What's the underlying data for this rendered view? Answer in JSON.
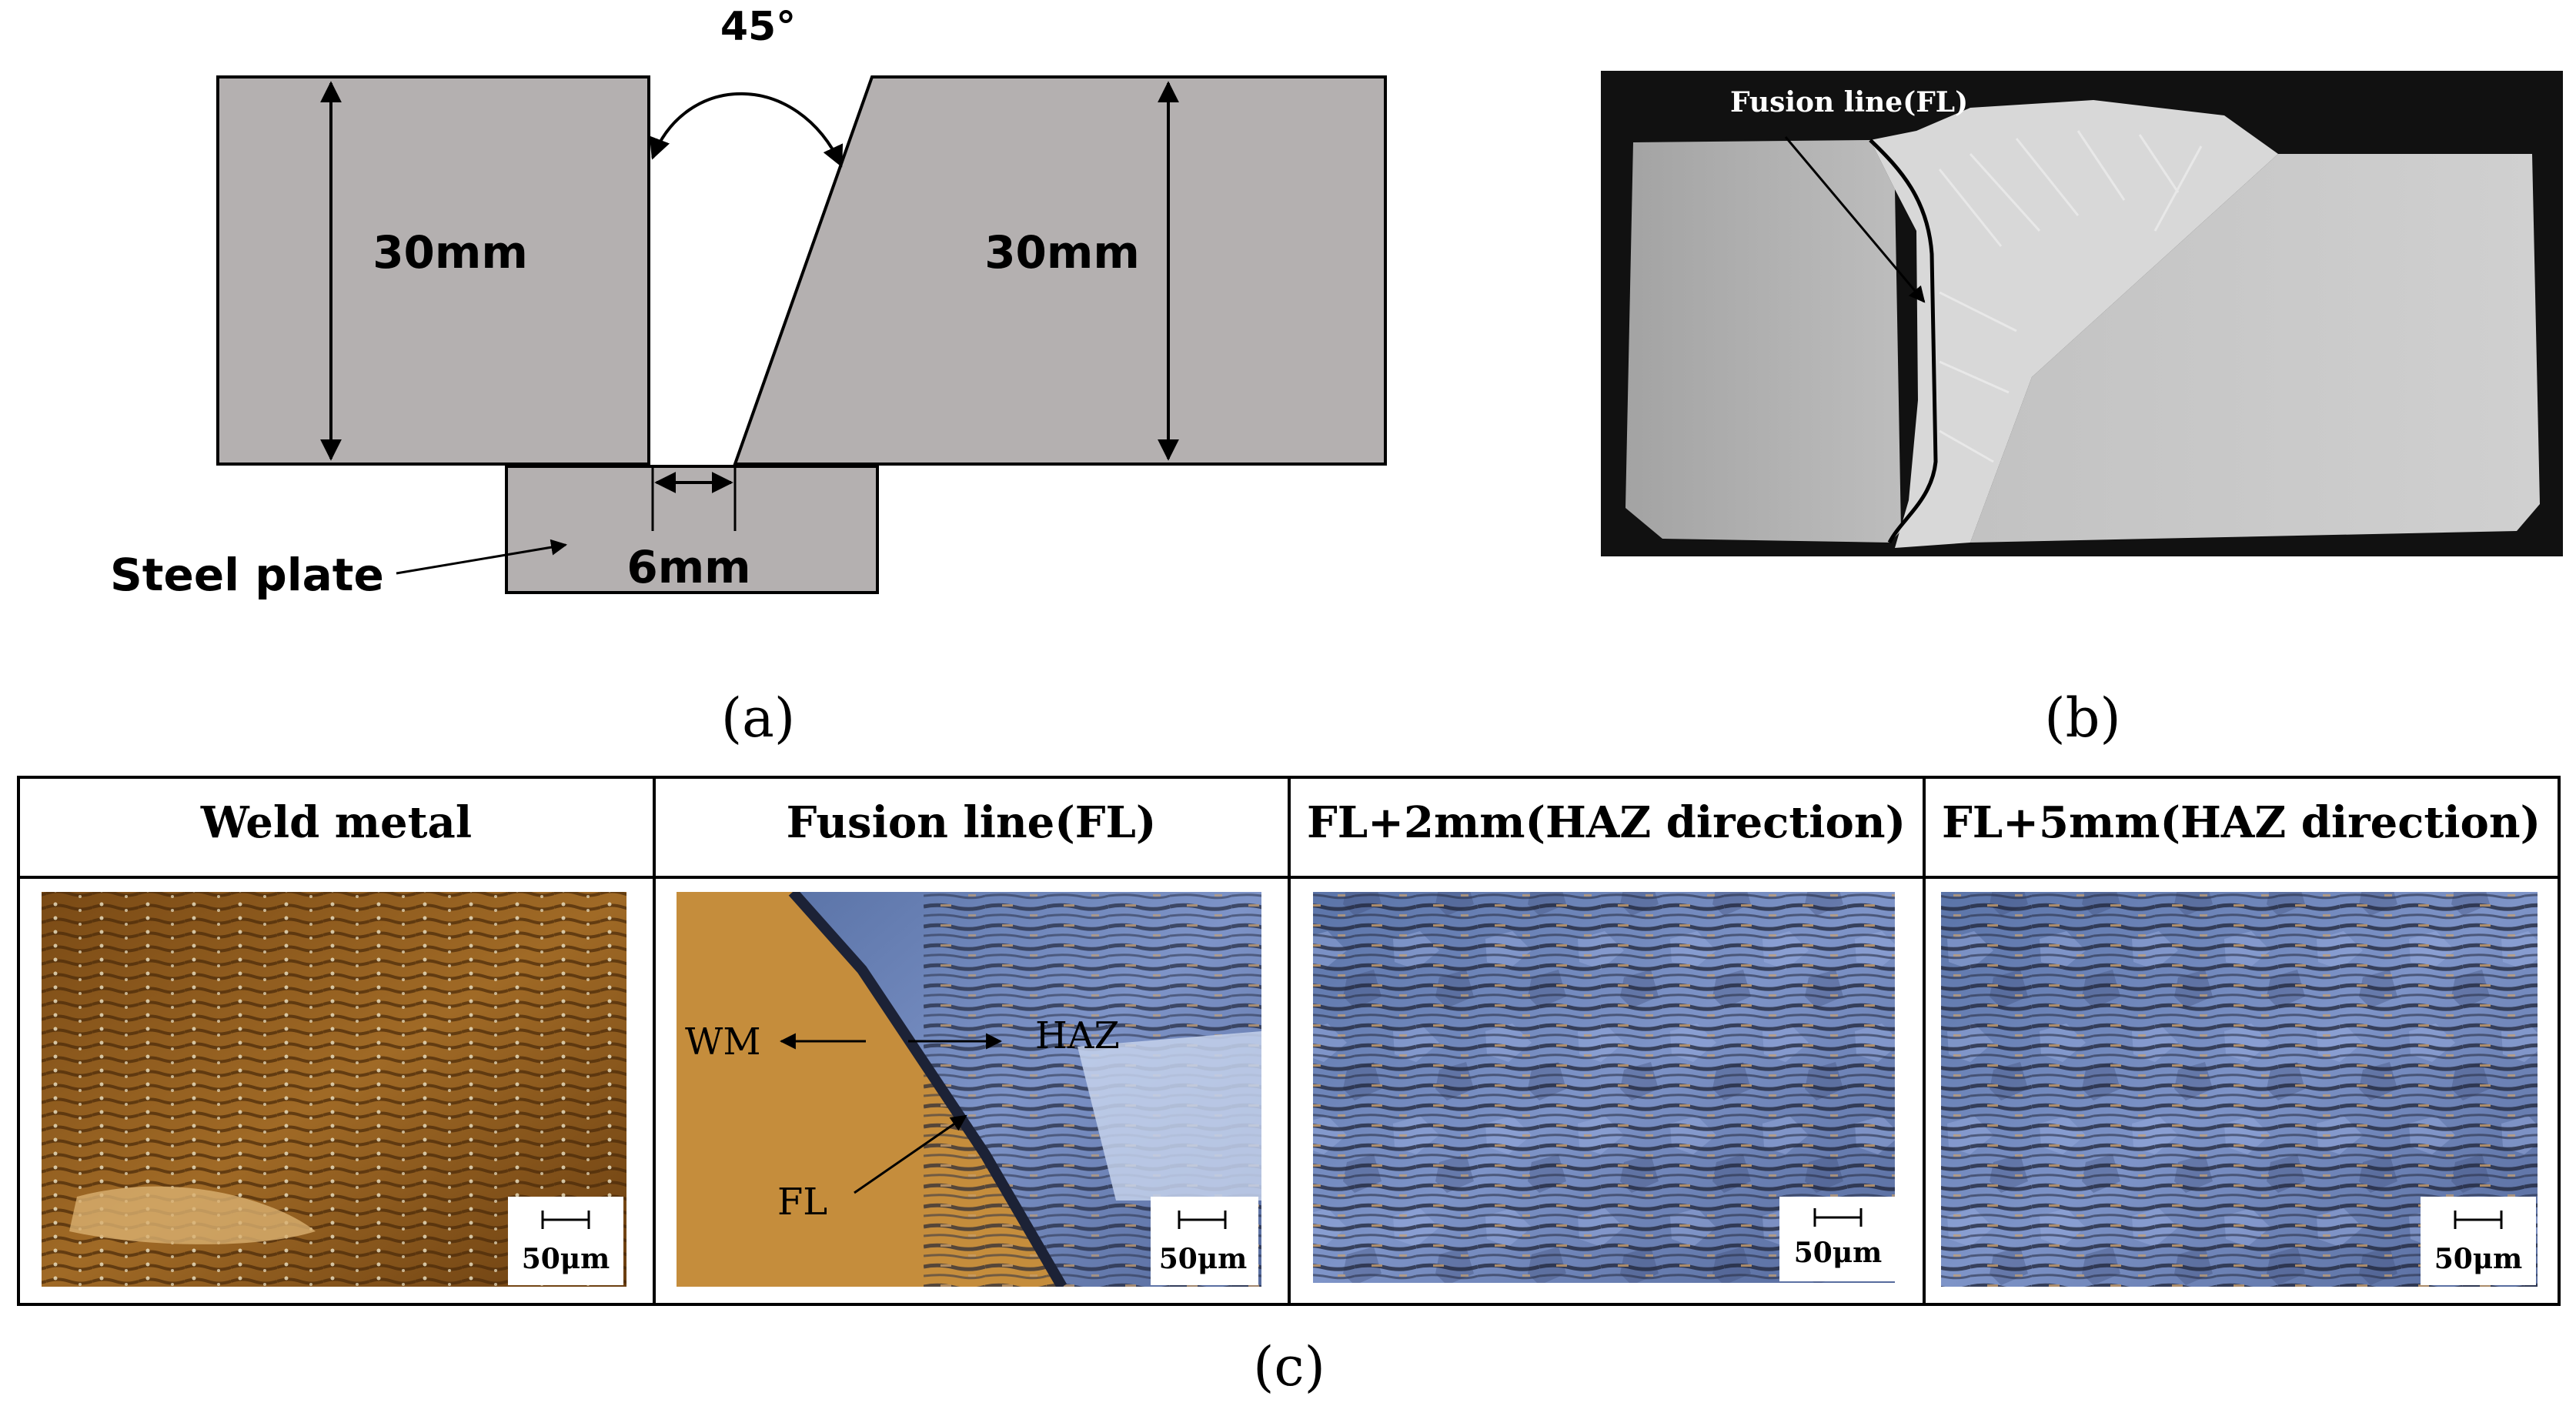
{
  "panel_a": {
    "label": "(a)",
    "angle_label": "45°",
    "left_thickness": "30mm",
    "right_thickness": "30mm",
    "gap": "6mm",
    "backing_label": "Steel plate",
    "plate_color": "#b4b0b0"
  },
  "panel_b": {
    "label": "(b)",
    "fusion_line_label": "Fusion line(FL)"
  },
  "panel_c": {
    "label": "(c)",
    "headers": [
      "Weld metal",
      "Fusion line(FL)",
      "FL+2mm(HAZ direction)",
      "FL+5mm(HAZ direction)"
    ],
    "scale_bar": "50μm",
    "fusion_labels": {
      "wm": "WM",
      "haz": "HAZ",
      "fl": "FL"
    }
  }
}
